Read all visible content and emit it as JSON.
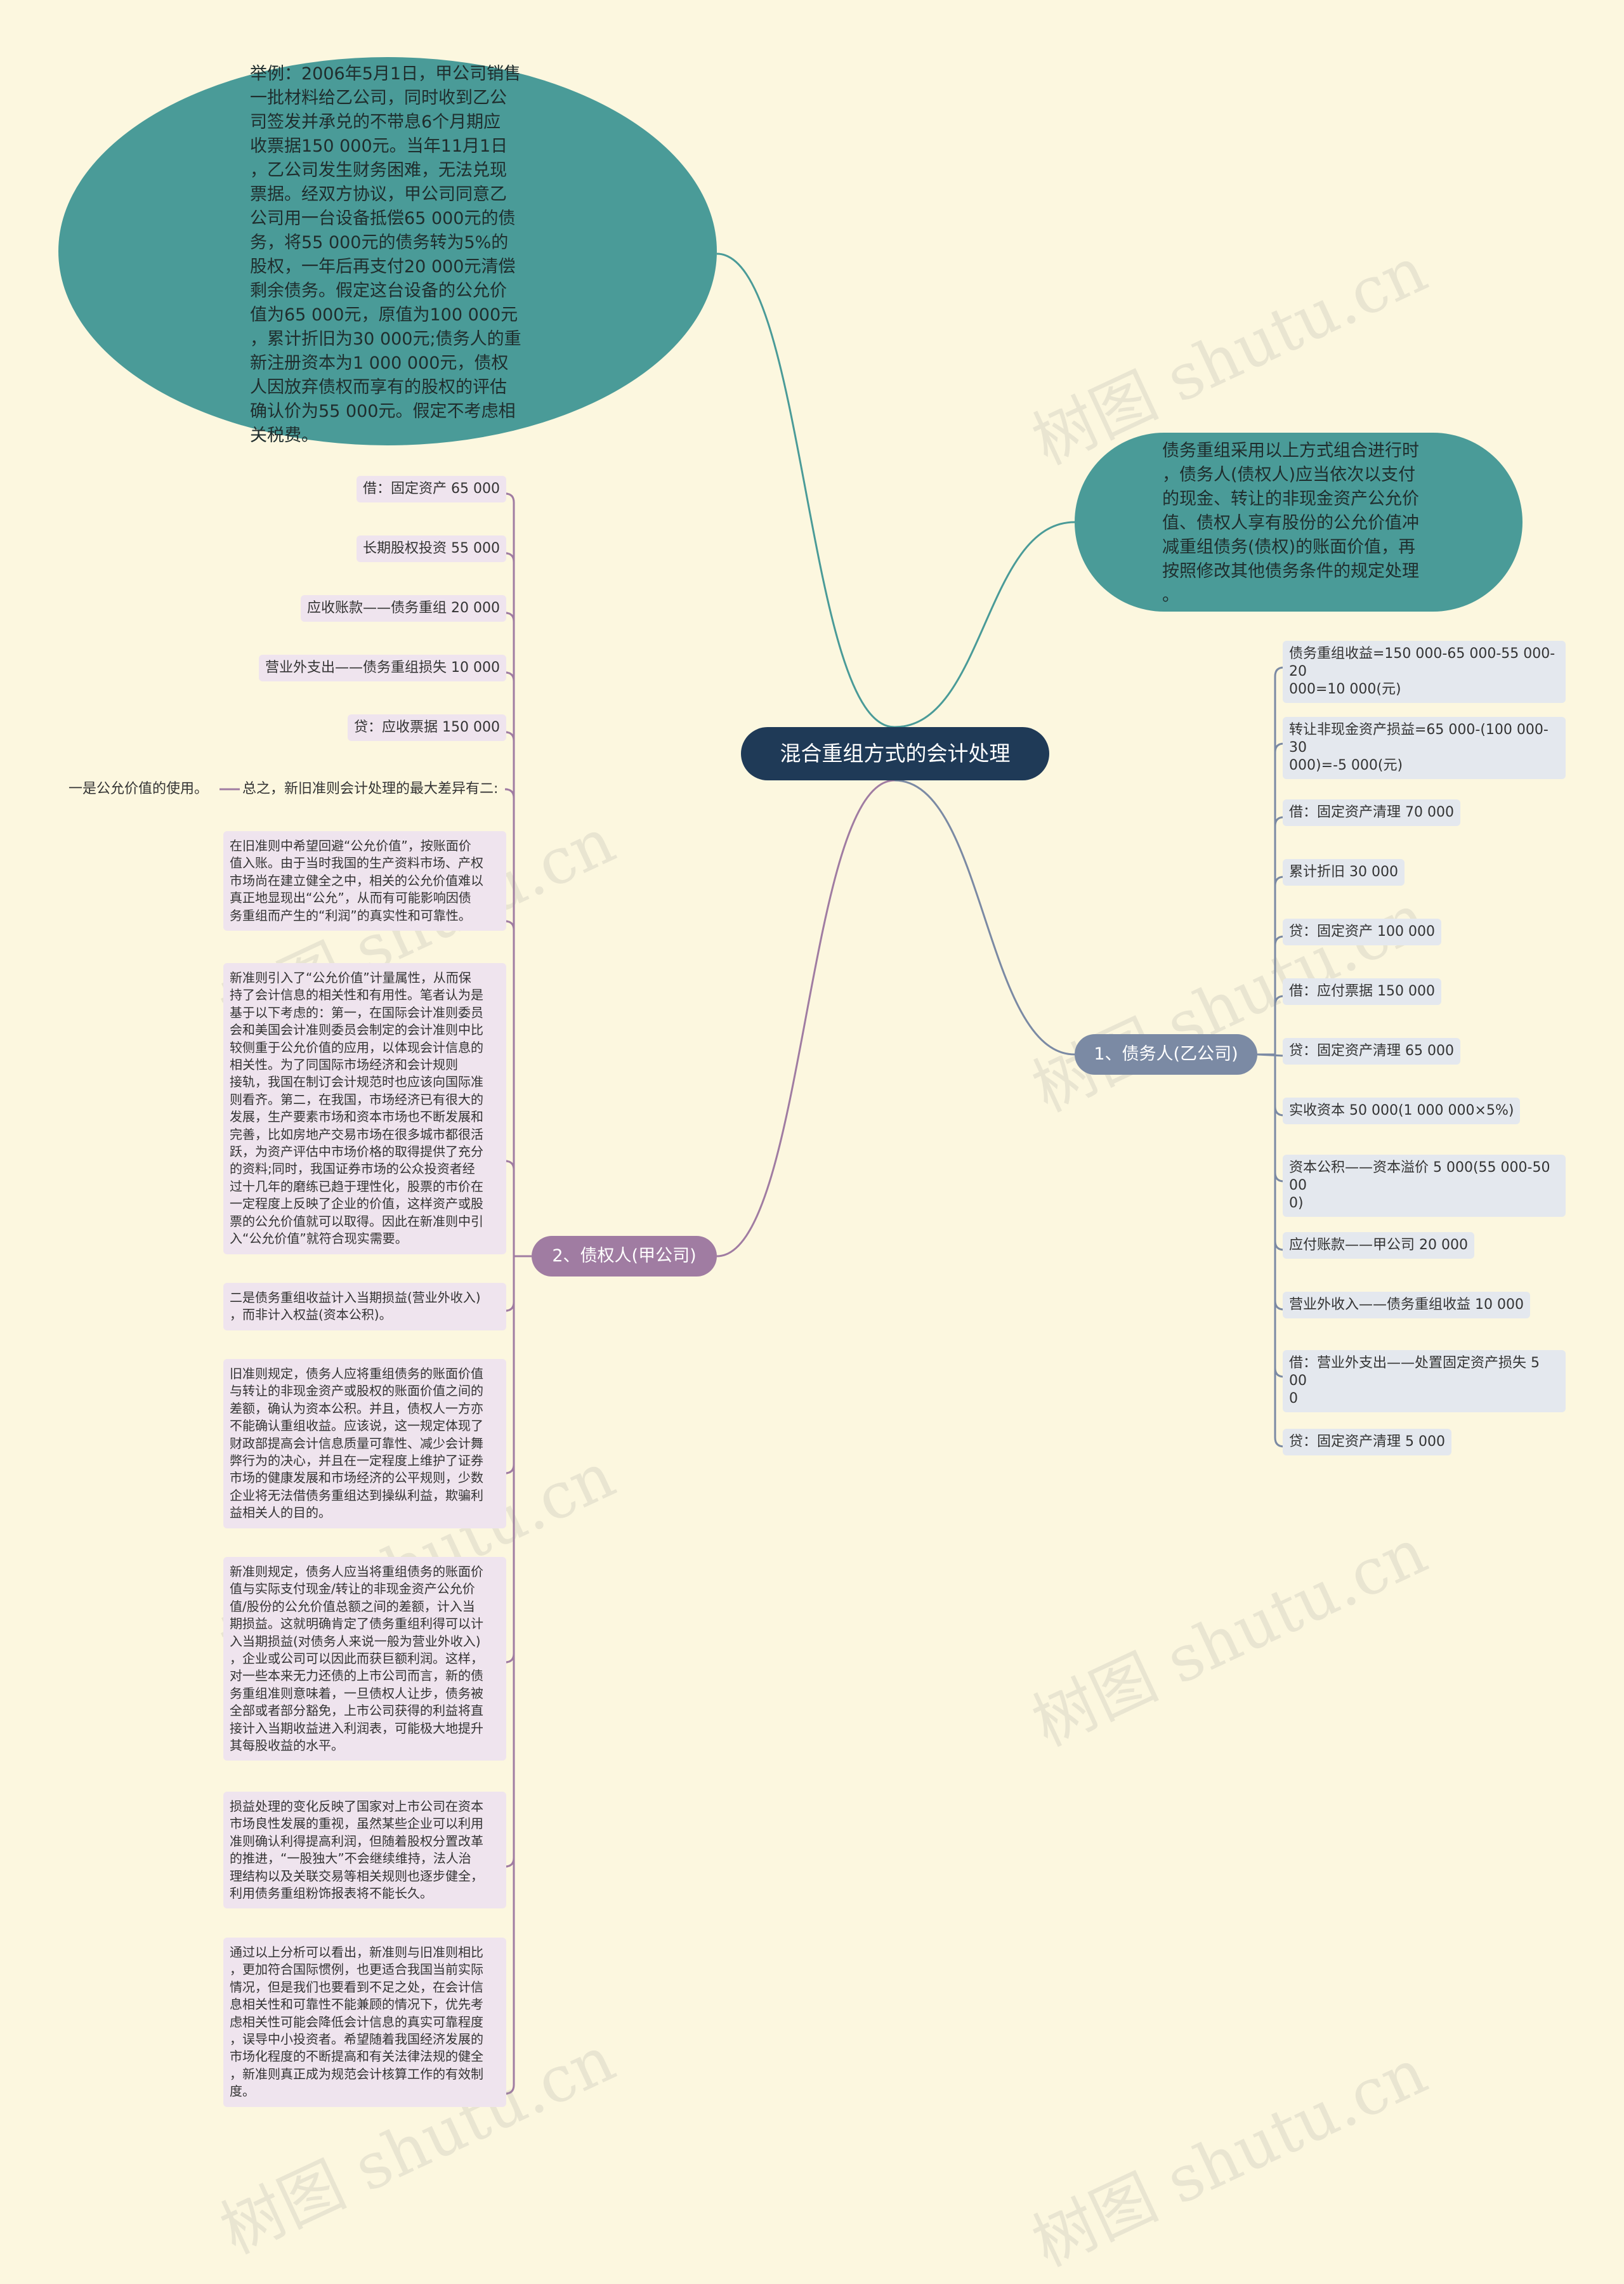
{
  "watermark": "树图 shutu.cn",
  "root": "混合重组方式的会计处理",
  "example": "举例：2006年5月1日，甲公司销售\n一批材料给乙公司，同时收到乙公\n司签发并承兑的不带息6个月期应\n收票据150 000元。当年11月1日\n，乙公司发生财务困难，无法兑现\n票据。经双方协议，甲公司同意乙\n公司用一台设备抵偿65 000元的债\n务，将55 000元的债务转为5%的\n股权，一年后再支付20 000元清偿\n剩余债务。假定这台设备的公允价\n值为65 000元，原值为100 000元\n，累计折旧为30 000元;债务人的重\n新注册资本为1 000 000元，债权\n人因放弃债权而享有的股权的评估\n确认价为55 000元。假定不考虑相\n关税费。",
  "rule": "债务重组采用以上方式组合进行时\n，债务人(债权人)应当依次以支付\n的现金、转让的非现金资产公允价\n值、债权人享有股份的公允价值冲\n减重组债务(债权)的账面价值，再\n按照修改其他债务条件的规定处理\n。",
  "debtor": {
    "label": "1、债务人(乙公司)",
    "items": [
      "债务重组收益=150 000-65 000-55 000-20\n000=10 000(元)",
      "转让非现金资产损益=65 000-(100 000-30\n000)=-5 000(元)",
      "借：固定资产清理 70 000",
      "累计折旧 30 000",
      "贷：固定资产 100 000",
      "借：应付票据 150 000",
      "贷：固定资产清理 65 000",
      "实收资本 50 000(1 000 000×5%)",
      "资本公积——资本溢价 5 000(55 000-50 00\n0)",
      "应付账款——甲公司 20 000",
      "营业外收入——债务重组收益 10 000",
      "借：营业外支出——处置固定资产损失 5 00\n0",
      "贷：固定资产清理 5 000"
    ]
  },
  "creditor": {
    "label": "2、债权人(甲公司)",
    "items": [
      "借：固定资产 65 000",
      "长期股权投资 55 000",
      "应收账款——债务重组 20 000",
      "营业外支出——债务重组损失 10 000",
      "贷：应收票据 150 000"
    ],
    "summary": "总之，新旧准则会计处理的最大差异有二:",
    "summary_child": "一是公允价值的使用。",
    "paragraphs": [
      "在旧准则中希望回避“公允价值”，按账面价\n值入账。由于当时我国的生产资料市场、产权\n市场尚在建立健全之中，相关的公允价值难以\n真正地显现出“公允”，从而有可能影响因债\n务重组而产生的“利润”的真实性和可靠性。",
      "新准则引入了“公允价值”计量属性，从而保\n持了会计信息的相关性和有用性。笔者认为是\n基于以下考虑的：第一，在国际会计准则委员\n会和美国会计准则委员会制定的会计准则中比\n较侧重于公允价值的应用，以体现会计信息的\n相关性。为了同国际市场经济和会计规则\n接轨，我国在制订会计规范时也应该向国际准\n则看齐。第二，在我国，市场经济已有很大的\n发展，生产要素市场和资本市场也不断发展和\n完善，比如房地产交易市场在很多城市都很活\n跃，为资产评估中市场价格的取得提供了充分\n的资料;同时，我国证券市场的公众投资者经\n过十几年的磨练已趋于理性化，股票的市价在\n一定程度上反映了企业的价值，这样资产或股\n票的公允价值就可以取得。因此在新准则中引\n入“公允价值”就符合现实需要。",
      "二是债务重组收益计入当期损益(营业外收入)\n，而非计入权益(资本公积)。",
      "旧准则规定，债务人应将重组债务的账面价值\n与转让的非现金资产或股权的账面价值之间的\n差额，确认为资本公积。并且，债权人一方亦\n不能确认重组收益。应该说，这一规定体现了\n财政部提高会计信息质量可靠性、减少会计舞\n弊行为的决心，并且在一定程度上维护了证券\n市场的健康发展和市场经济的公平规则，少数\n企业将无法借债务重组达到操纵利益，欺骗利\n益相关人的目的。",
      "新准则规定，债务人应当将重组债务的账面价\n值与实际支付现金/转让的非现金资产公允价\n值/股份的公允价值总额之间的差额，计入当\n期损益。这就明确肯定了债务重组利得可以计\n入当期损益(对债务人来说一般为营业外收入)\n，企业或公司可以因此而获巨额利润。这样，\n对一些本来无力还债的上市公司而言，新的债\n务重组准则意味着，一旦债权人让步，债务被\n全部或者部分豁免，上市公司获得的利益将直\n接计入当期收益进入利润表，可能极大地提升\n其每股收益的水平。",
      "损益处理的变化反映了国家对上市公司在资本\n市场良性发展的重视，虽然某些企业可以利用\n准则确认利得提高利润，但随着股权分置改革\n的推进，“一股独大”不会继续维持，法人治\n理结构以及关联交易等相关规则也逐步健全，\n利用债务重组粉饰报表将不能长久。",
      "通过以上分析可以看出，新准则与旧准则相比\n，更加符合国际惯例，也更适合我国当前实际\n情况，但是我们也要看到不足之处，在会计信\n息相关性和可靠性不能兼顾的情况下，优先考\n虑相关性可能会降低会计信息的真实可靠程度\n，误导中小投资者。希望随着我国经济发展的\n市场化程度的不断提高和有关法律法规的健全\n，新准则真正成为规范会计核算工作的有效制\n度。"
    ]
  },
  "colors": {
    "background": "#fcf7df",
    "root": "#1f3a57",
    "teal": "#4a9b98",
    "debtor_branch": "#7b8aa4",
    "creditor_branch": "#a07ca2",
    "debtor_leaf": "#e4e8ee",
    "creditor_leaf": "#efe4ee"
  }
}
